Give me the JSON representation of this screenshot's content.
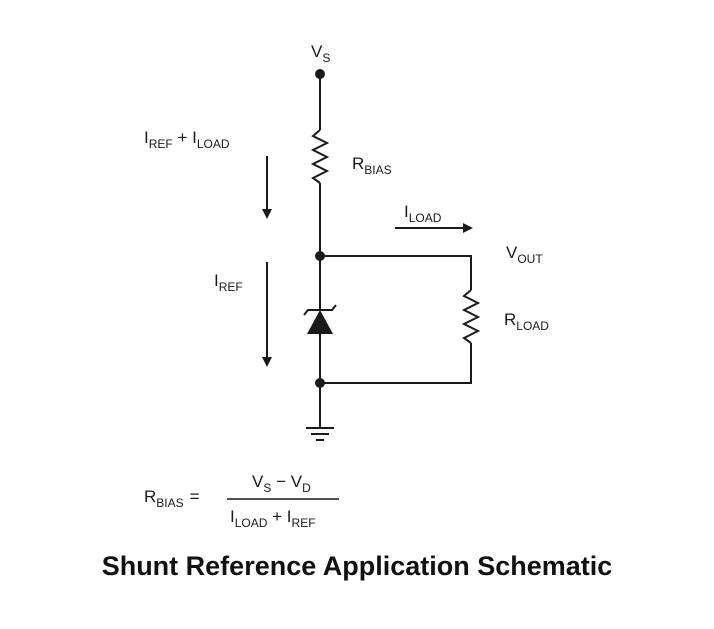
{
  "diagram": {
    "caption": "Shunt Reference Application Schematic",
    "labels": {
      "vs": {
        "main": "V",
        "sub": "S"
      },
      "rbias": {
        "main": "R",
        "sub": "BIAS"
      },
      "current_total": {
        "i1": "I",
        "s1": "REF",
        "plus": " + ",
        "i2": "I",
        "s2": "LOAD"
      },
      "iload": {
        "main": "I",
        "sub": "LOAD"
      },
      "vout": {
        "main": "V",
        "sub": "OUT"
      },
      "iref": {
        "main": "I",
        "sub": "REF"
      },
      "rload": {
        "main": "R",
        "sub": "LOAD"
      }
    },
    "equation": {
      "lhs_main": "R",
      "lhs_sub": "BIAS",
      "equals": "=",
      "num_v1": "V",
      "num_s1": "S",
      "num_minus": " − ",
      "num_v2": "V",
      "num_s2": "D",
      "den_i1": "I",
      "den_s1": "LOAD",
      "den_plus": " + ",
      "den_i2": "I",
      "den_s2": "REF"
    }
  }
}
